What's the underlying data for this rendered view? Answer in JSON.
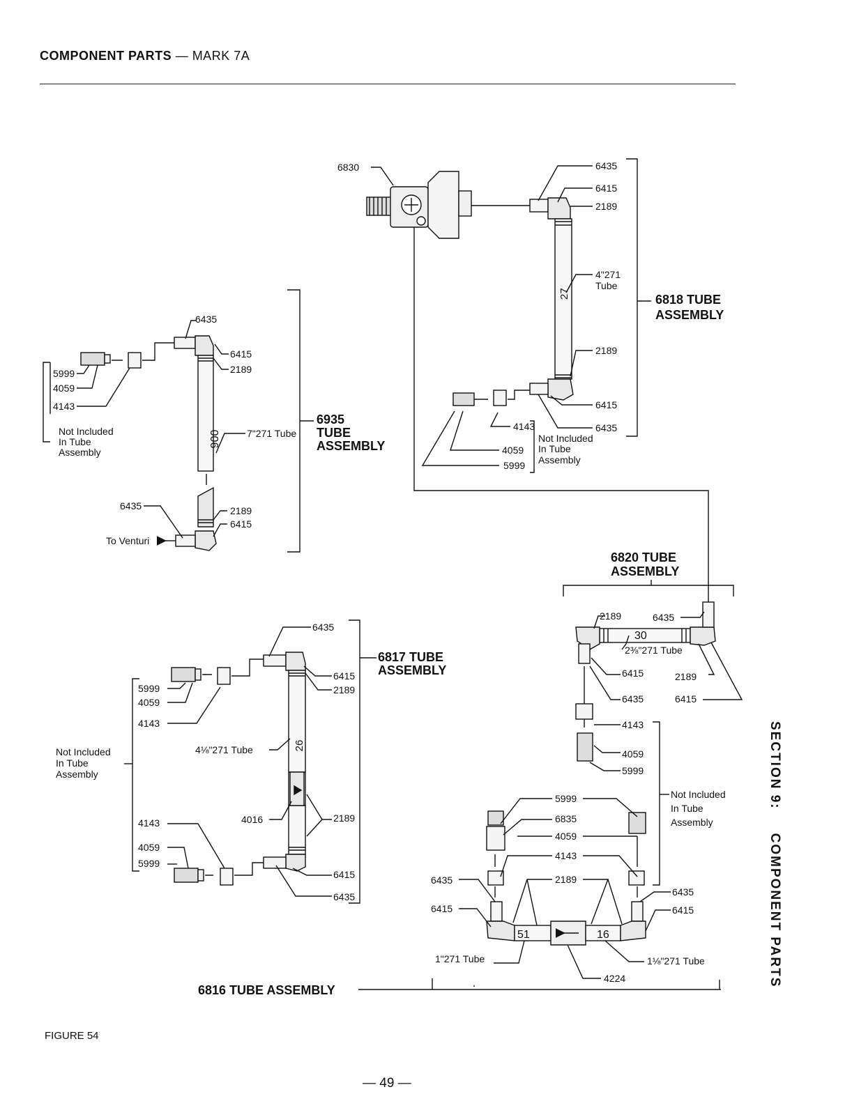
{
  "header": {
    "title_bold": "COMPONENT PARTS",
    "title_rest": "— MARK 7A"
  },
  "side_label": {
    "section": "SECTION 9:",
    "title": "COMPONENT PARTS"
  },
  "figure_label": "FIGURE 54",
  "page_number": "— 49 —",
  "assemblies": {
    "a6818": {
      "title_line1": "6818 TUBE",
      "title_line2": "ASSEMBLY",
      "part_6830": "6830",
      "part_6435_top": "6435",
      "part_6415_top": "6415",
      "part_2189_top": "2189",
      "tube_label_1": "4\"271",
      "tube_label_2": "Tube",
      "tube_stamp": "27",
      "part_2189_bottom": "2189",
      "part_6415_bottom": "6415",
      "part_6435_bottom": "6435",
      "part_4143": "4143",
      "part_4059": "4059",
      "part_5999": "5999",
      "not_included_1": "Not Included",
      "not_included_2": "In Tube",
      "not_included_3": "Assembly"
    },
    "a6935": {
      "title_line1": "6935",
      "title_line2": "TUBE",
      "title_line3": "ASSEMBLY",
      "part_6435_top": "6435",
      "part_6415_top": "6415",
      "part_2189_top": "2189",
      "part_5999": "5999",
      "part_4059": "4059",
      "part_4143": "4143",
      "not_included_1": "Not Included",
      "not_included_2": "In Tube",
      "not_included_3": "Assembly",
      "tube_label": "7\"271 Tube",
      "tube_stamp": "006",
      "part_6435_bottom": "6435",
      "part_2189_bottom": "2189",
      "part_6415_bottom": "6415",
      "to_venturi": "To Venturi"
    },
    "a6820": {
      "title_line1": "6820 TUBE",
      "title_line2": "ASSEMBLY",
      "part_2189_a": "2189",
      "part_6435": "6435",
      "tube_stamp": "30",
      "tube_label": "2⅜\"271 Tube",
      "part_6415_a": "6415",
      "part_2189_b": "2189",
      "part_6435_b": "6435",
      "part_6415_b": "6415"
    },
    "a6817": {
      "title_line1": "6817 TUBE",
      "title_line2": "ASSEMBLY",
      "part_6435_top": "6435",
      "part_6415_top": "6415",
      "part_2189_top": "2189",
      "part_5999_top": "5999",
      "part_4059_top": "4059",
      "part_4143_top": "4143",
      "tube_label": "4⅛\"271 Tube",
      "tube_stamp": "26",
      "not_included_1": "Not Included",
      "not_included_2": "In Tube",
      "not_included_3": "Assembly",
      "part_4016": "4016",
      "part_2189_mid": "2189",
      "part_4143_bottom": "4143",
      "part_4059_bottom": "4059",
      "part_5999_bottom": "5999",
      "part_6415_bottom": "6415",
      "part_6435_bottom": "6435"
    },
    "a6816": {
      "title": "6816 TUBE ASSEMBLY",
      "part_4143_top": "4143",
      "part_4059_top": "4059",
      "part_5999_top": "5999",
      "part_5999_mid": "5999",
      "part_6835": "6835",
      "part_4059_mid": "4059",
      "part_4143_mid": "4143",
      "part_2189": "2189",
      "part_6435_left": "6435",
      "part_6415_left": "6415",
      "part_6435_right": "6435",
      "part_6415_right": "6415",
      "stamp_left": "51",
      "stamp_right": "16",
      "tube_left": "1\"271 Tube",
      "tube_right": "1⅛\"271 Tube",
      "part_4224": "4224",
      "not_included_1": "Not Included",
      "not_included_2": "In Tube",
      "not_included_3": "Assembly"
    }
  }
}
